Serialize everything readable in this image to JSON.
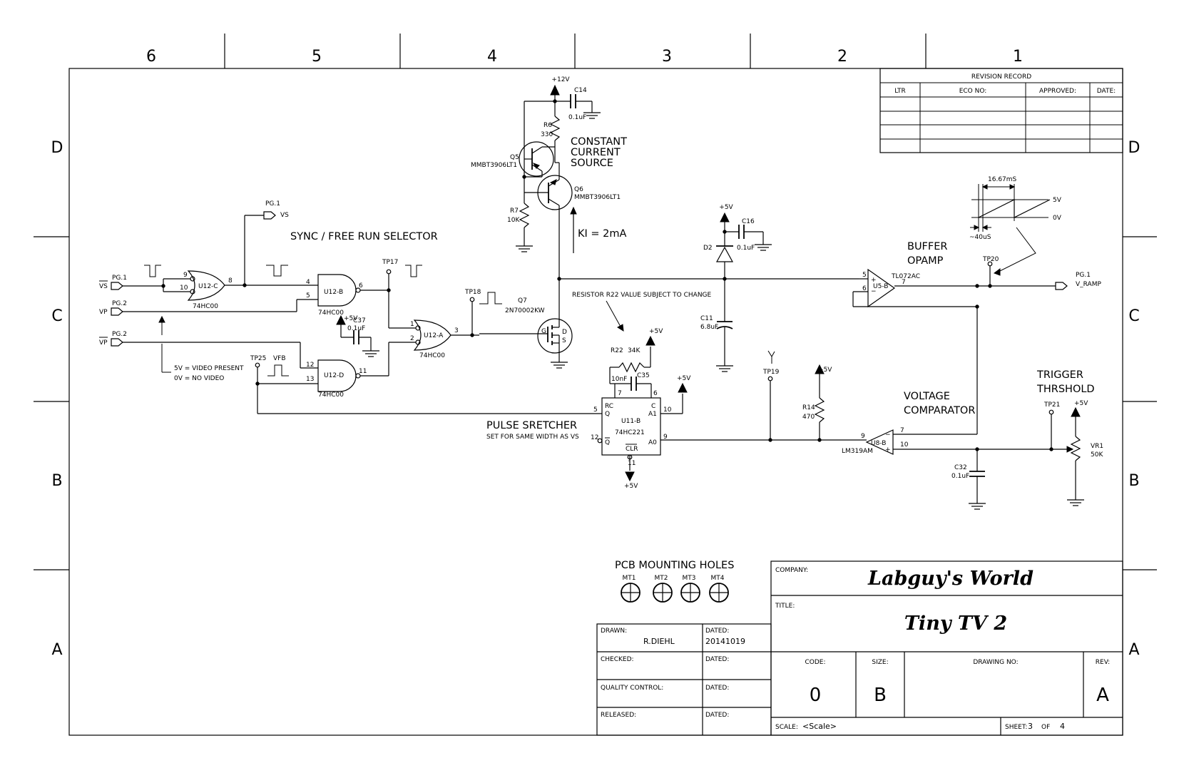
{
  "zones": {
    "columns": [
      "6",
      "5",
      "4",
      "3",
      "2",
      "1"
    ],
    "rows": [
      "D",
      "C",
      "B",
      "A"
    ]
  },
  "revision": {
    "title": "REVISION RECORD",
    "headers": [
      "LTR",
      "ECO NO:",
      "APPROVED:",
      "DATE:"
    ]
  },
  "supply": {
    "plus12": "+12V",
    "plus5": "+5V"
  },
  "parts": {
    "C14": {
      "ref": "C14",
      "value": "0.1uF"
    },
    "R6": {
      "ref": "R6",
      "value": "330"
    },
    "Q5": {
      "ref": "Q5",
      "value": "MMBT3906LT1"
    },
    "Q6": {
      "ref": "Q6",
      "value": "MMBT3906LT1"
    },
    "R7": {
      "ref": "R7",
      "value": "10K"
    },
    "Q7": {
      "ref": "Q7",
      "value": "2N70002KW",
      "pin_g": "G",
      "pin_d": "D",
      "pin_s": "S"
    },
    "C16": {
      "ref": "C16",
      "value": "0.1uF"
    },
    "D2": {
      "ref": "D2"
    },
    "C11": {
      "ref": "C11",
      "value": "6.8uF"
    },
    "C37": {
      "ref": "C37",
      "value": "0.1uF"
    },
    "R22": {
      "ref": "R22",
      "value": "34K"
    },
    "C35": {
      "ref": "C35",
      "value": "10nF"
    },
    "U11B": {
      "ref": "U11-B",
      "value": "74HC221",
      "rc": "RC",
      "q": "Q",
      "qbar": "Q",
      "c": "C",
      "a1": "A1",
      "a0": "A0",
      "clr": "CLR"
    },
    "R14": {
      "ref": "R14",
      "value": "470"
    },
    "U8B": {
      "ref": "U8-B",
      "value": "LM319AM"
    },
    "U5B": {
      "ref": "U5-B",
      "value": "TL072AC"
    },
    "C32": {
      "ref": "C32",
      "value": "0.1uF"
    },
    "VR1": {
      "ref": "VR1",
      "value": "50K"
    },
    "U12C": {
      "ref": "U12-C",
      "value": "74HC00"
    },
    "U12B": {
      "ref": "U12-B",
      "value": "74HC00"
    },
    "U12A": {
      "ref": "U12-A",
      "value": "74HC00"
    },
    "U12D": {
      "ref": "U12-D",
      "value": "74HC00"
    }
  },
  "pins": {
    "u12c_a": "9",
    "u12c_b": "10",
    "u12c_y": "8",
    "u12b_a": "4",
    "u12b_b": "5",
    "u12b_y": "6",
    "u12a_a": "1",
    "u12a_b": "2",
    "u12a_y": "3",
    "u12d_a": "12",
    "u12d_b": "13",
    "u12d_y": "11",
    "u11_rc": "5",
    "u11_7": "7",
    "u11_6": "6",
    "u11_10": "10",
    "u11_9": "9",
    "u11_12": "12",
    "u11_11": "11",
    "u8_in": "9",
    "u8_out": "7",
    "u8_ref": "10",
    "u5_plus": "5",
    "u5_minus": "6",
    "u5_out": "7"
  },
  "signals": {
    "vs_in": "VS",
    "vp_in": "VP",
    "vpbar_in": "VP",
    "pg1": "PG.1",
    "pg2": "PG.2",
    "vs_out": "VS",
    "v_ramp": "V_RAMP",
    "vfb": "VFB"
  },
  "test_points": [
    "TP17",
    "TP18",
    "TP19",
    "TP20",
    "TP21",
    "TP25"
  ],
  "labels": {
    "constant_current": [
      "CONSTANT",
      "CURRENT",
      "SOURCE"
    ],
    "ki": "KI = 2mA",
    "sync_selector": "SYNC / FREE RUN SELECTOR",
    "video_present": "5V = VIDEO PRESENT",
    "no_video": "0V = NO VIDEO",
    "resistor_note": "RESISTOR R22 VALUE SUBJECT TO CHANGE",
    "pulse_stretcher": "PULSE SRETCHER",
    "pulse_note": "SET FOR SAME WIDTH AS VS",
    "buffer": [
      "BUFFER",
      "OPAMP"
    ],
    "comparator": [
      "VOLTAGE",
      "COMPARATOR"
    ],
    "trigger": [
      "TRIGGER",
      "THRSHOLD"
    ],
    "ramp_period": "16.67mS",
    "ramp_flyback": "~40uS",
    "ramp_hi": "5V",
    "ramp_lo": "0V",
    "mounting_holes": "PCB MOUNTING HOLES",
    "mt": [
      "MT1",
      "MT2",
      "MT3",
      "MT4"
    ]
  },
  "titleblock": {
    "company_label": "COMPANY:",
    "company": "Labguy's World",
    "title_label": "TITLE:",
    "title": "Tiny TV 2",
    "drawn_label": "DRAWN:",
    "drawn": "R.DIEHL",
    "dated_label": "DATED:",
    "drawn_date": "20141019",
    "checked_label": "CHECKED:",
    "qc_label": "QUALITY CONTROL:",
    "released_label": "RELEASED:",
    "code_label": "CODE:",
    "code": "0",
    "size_label": "SIZE:",
    "size": "B",
    "drawing_no_label": "DRAWING NO:",
    "rev_label": "REV:",
    "rev": "A",
    "scale_label": "SCALE:",
    "scale": "<Scale>",
    "sheet_label": "SHEET:",
    "sheet": "3",
    "of_label": "OF",
    "of": "4"
  }
}
